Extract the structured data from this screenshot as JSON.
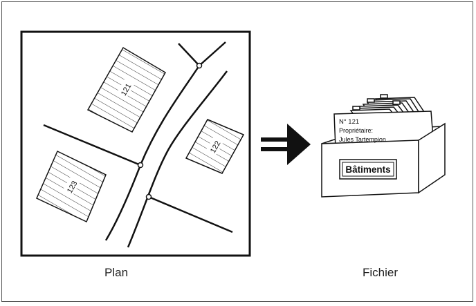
{
  "plan": {
    "caption": "Plan",
    "parcels": [
      {
        "label": "121"
      },
      {
        "label": "122"
      },
      {
        "label": "123"
      }
    ]
  },
  "fichier": {
    "caption": "Fichier",
    "card": {
      "line1": "N° 121",
      "line2": "Propriétaire:",
      "line3": "Jules Tartempion"
    },
    "box_label": "Bâtiments"
  },
  "colors": {
    "ink": "#111111",
    "arrow": "#111111",
    "background": "#ffffff"
  },
  "icons": [
    "double-arrow-right"
  ]
}
